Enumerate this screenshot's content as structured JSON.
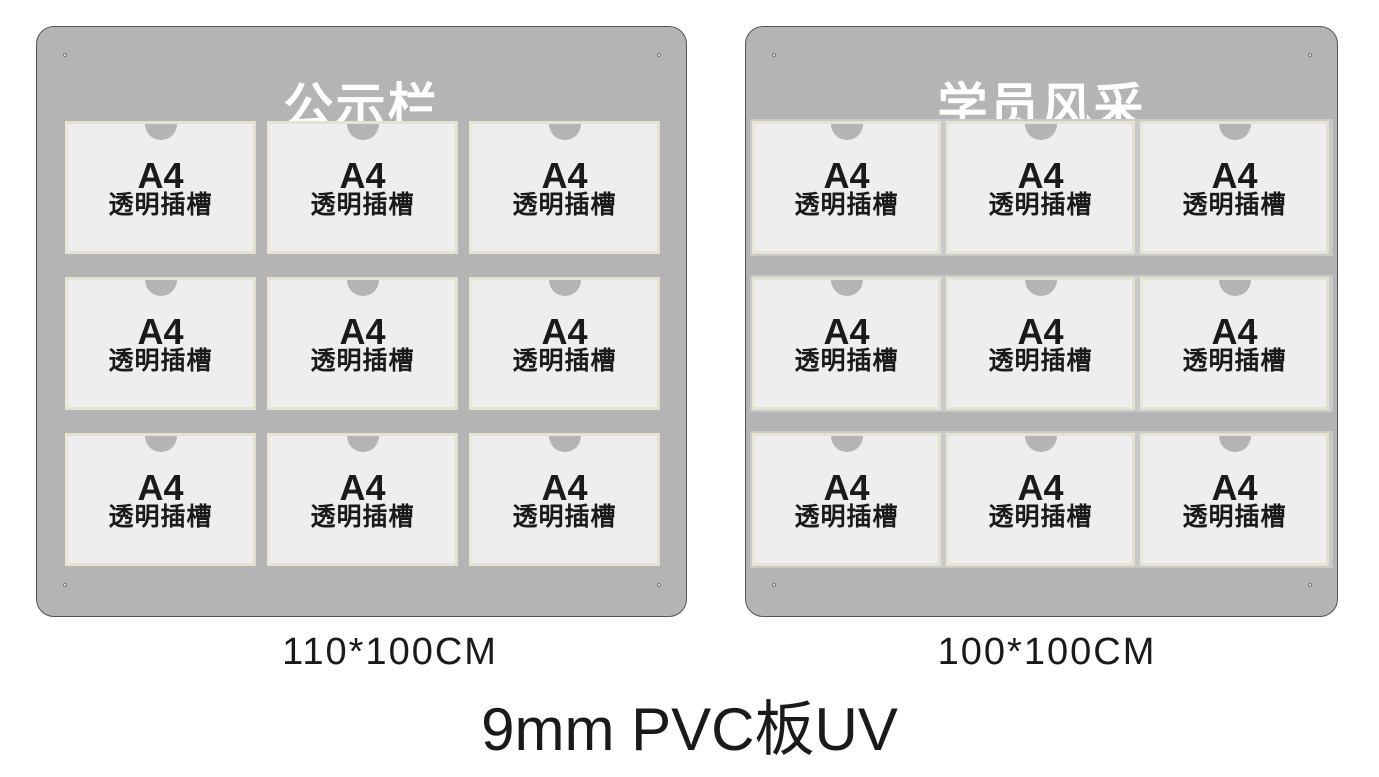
{
  "colors": {
    "board": "#b4b4b4",
    "slot": "#eeeeee",
    "text": "#1a1a1a",
    "title": "#ffffff"
  },
  "slot": {
    "size": "A4",
    "label": "透明插槽"
  },
  "boards": [
    {
      "title": "公示栏",
      "dimension": "110*100CM",
      "rows": 3,
      "cols": 3
    },
    {
      "title": "学员风采",
      "dimension": "100*100CM",
      "rows": 3,
      "cols": 3
    }
  ],
  "material": "9mm PVC板UV"
}
